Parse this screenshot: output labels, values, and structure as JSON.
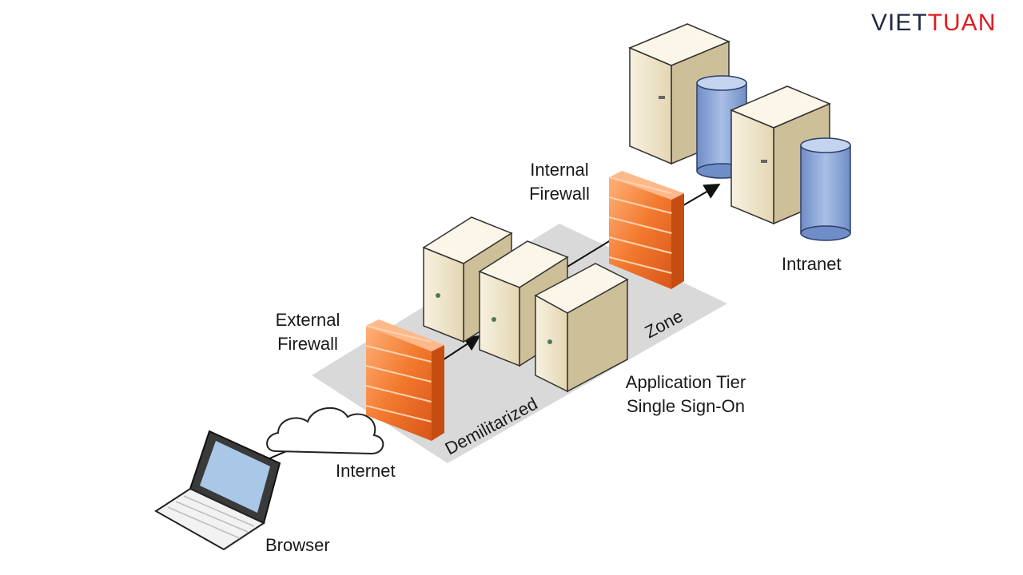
{
  "logo": {
    "part1": "VIET",
    "part2": "TUAN",
    "part1_color": "#1f2a44",
    "part2_color": "#e01b22"
  },
  "labels": {
    "browser": "Browser",
    "internet": "Internet",
    "external_firewall_line1": "External",
    "external_firewall_line2": "Firewall",
    "internal_firewall_line1": "Internal",
    "internal_firewall_line2": "Firewall",
    "app_tier_line1": "Application Tier",
    "app_tier_line2": "Single Sign-On",
    "intranet": "Intranet",
    "zone_word1": "Demilitarized",
    "zone_word2": "Zone"
  },
  "colors": {
    "firewall": "#f0772a",
    "server_body": "#efe6cc",
    "database": "#8fa9d6",
    "zone_band": "#d9d9d9"
  }
}
